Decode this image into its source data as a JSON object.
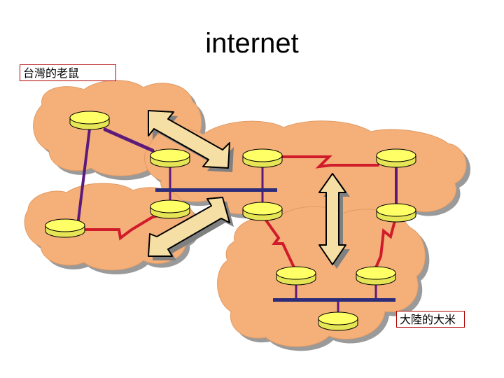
{
  "diagram": {
    "title": "internet",
    "labels": {
      "top_left": "台灣的老鼠",
      "bottom_right": "大陸的大米"
    },
    "colors": {
      "cloud_fill": "#f5b07a",
      "cloud_shadow": "#9a9a9a",
      "router_fill": "#ffff66",
      "arrow_fill": "#f6dfa4",
      "link_purple": "#5c1a7a",
      "link_red": "#d01c2a",
      "bus_navy": "#2c2c7a"
    }
  }
}
